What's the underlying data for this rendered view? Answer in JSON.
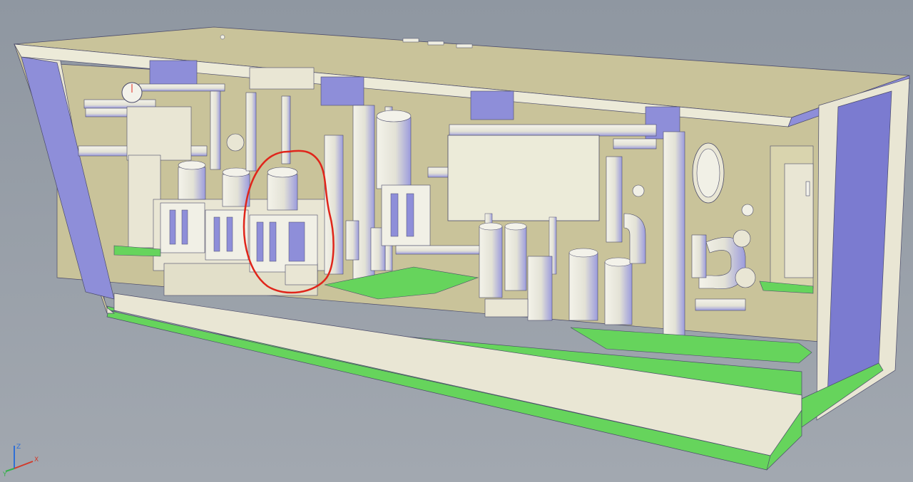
{
  "viewport": {
    "background_color": "#9aa1aa",
    "colors": {
      "floor_green": "#66d45c",
      "wall_khaki": "#c9c39a",
      "panel_light": "#e9e6d4",
      "equipment_white": "#f1f0e6",
      "shade_blue": "#8e8ed9",
      "shade_blue_dark": "#7777c4",
      "edge_line": "#4b4b6a",
      "markup_red": "#e0251b"
    }
  },
  "scene": {
    "model": "engine-room-module",
    "markup": {
      "shape": "freehand-ellipse",
      "color": "#e0251b"
    }
  },
  "axis_triad": {
    "x_label": "X",
    "y_label": "Y",
    "z_label": "Z",
    "x_color": "#d23a2a",
    "y_color": "#35b04a",
    "z_color": "#2f6fd6"
  }
}
